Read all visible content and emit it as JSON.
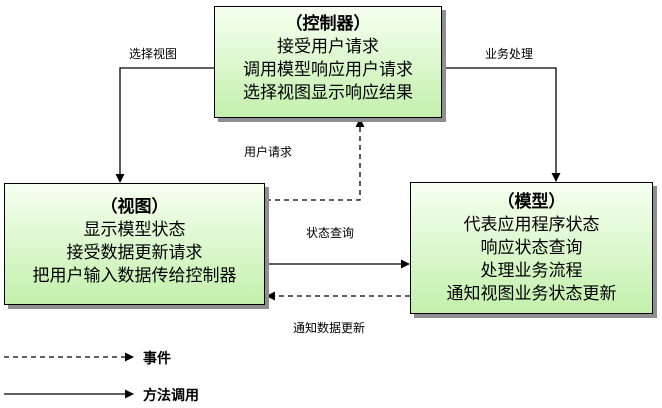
{
  "controller": {
    "title": "（控制器）",
    "lines": [
      "接受用户请求",
      "调用模型响应用户请求",
      "选择视图显示响应结果"
    ]
  },
  "view": {
    "title": "（视图）",
    "lines": [
      "显示模型状态",
      "接受数据更新请求",
      "把用户输入数据传给控制器"
    ]
  },
  "model": {
    "title": "（模型）",
    "lines": [
      "代表应用程序状态",
      "响应状态查询",
      "处理业务流程",
      "通知视图业务状态更新"
    ]
  },
  "edges": {
    "select_view": "选择视图",
    "business_process": "业务处理",
    "user_request": "用户请求",
    "state_query": "状态查询",
    "notify_update": "通知数据更新"
  },
  "legend": {
    "event": "事件",
    "method_call": "方法调用"
  }
}
